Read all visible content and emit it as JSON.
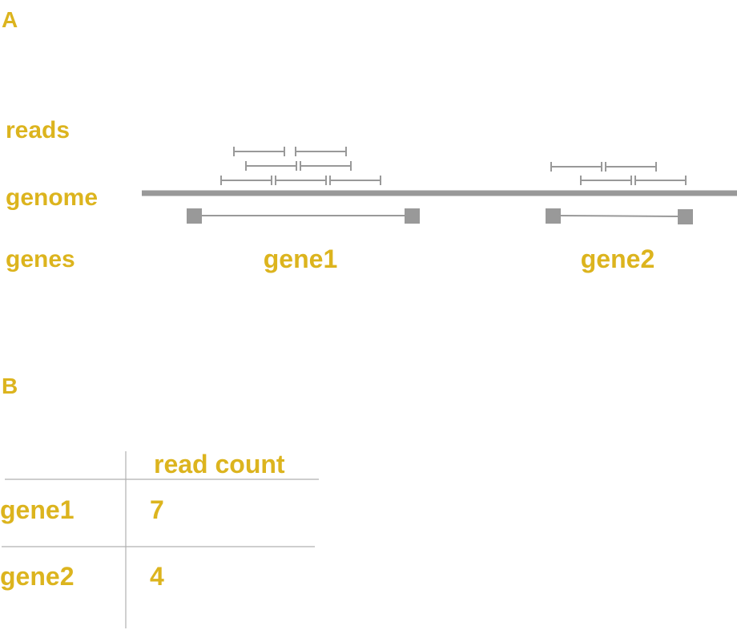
{
  "panel_a": {
    "label": "A",
    "row_labels": {
      "reads": "reads",
      "genome": "genome",
      "genes": "genes"
    },
    "genes": [
      {
        "name": "gene1",
        "read_count": 7
      },
      {
        "name": "gene2",
        "read_count": 4
      }
    ]
  },
  "panel_b": {
    "label": "B",
    "table": {
      "header": "read count",
      "rows": [
        {
          "gene": "gene1",
          "count": "7"
        },
        {
          "gene": "gene2",
          "count": "4"
        }
      ]
    }
  },
  "colors": {
    "label": "#dcb41e",
    "feature": "#999999",
    "grid": "#b0b0b0"
  }
}
